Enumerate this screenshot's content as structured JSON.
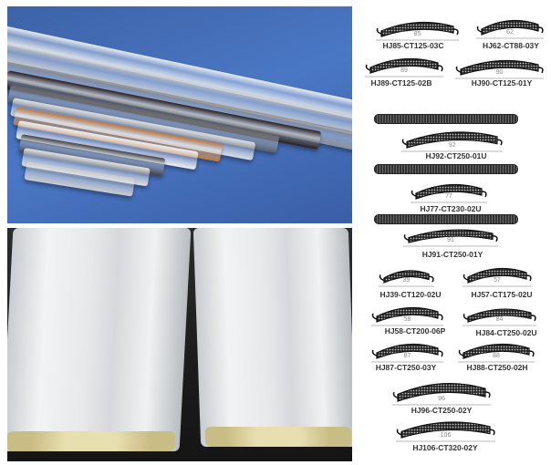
{
  "photos": [
    {
      "name": "colored-roller-shutter-slats-photo"
    },
    {
      "name": "foam-filled-slat-cross-section-photo"
    }
  ],
  "profiles": [
    {
      "model": "HJ85-CT125-03C",
      "width": "85"
    },
    {
      "model": "HJ62-CT88-03Y",
      "width": "62"
    },
    {
      "model": "HJ89-CT125-02B",
      "width": "89"
    },
    {
      "model": "HJ90-CT125-01Y",
      "width": "90"
    },
    {
      "model": "HJ92-CT250-01U",
      "width": "92"
    },
    {
      "model": "HJ77-CT230-02U",
      "width": "77"
    },
    {
      "model": "HJ91-CT250-01Y",
      "width": "91"
    },
    {
      "model": "HJ39-CT120-02U",
      "width": "39"
    },
    {
      "model": "HJ57-CT175-02U",
      "width": "57"
    },
    {
      "model": "HJ58-CT200-06P",
      "width": "58"
    },
    {
      "model": "HJ84-CT250-02U",
      "width": "84"
    },
    {
      "model": "HJ87-CT250-03Y",
      "width": "87"
    },
    {
      "model": "HJ88-CT250-02H",
      "width": "88"
    },
    {
      "model": "HJ96-CT250-02Y",
      "width": "96"
    },
    {
      "model": "HJ106-CT320-02Y",
      "width": "106"
    }
  ]
}
